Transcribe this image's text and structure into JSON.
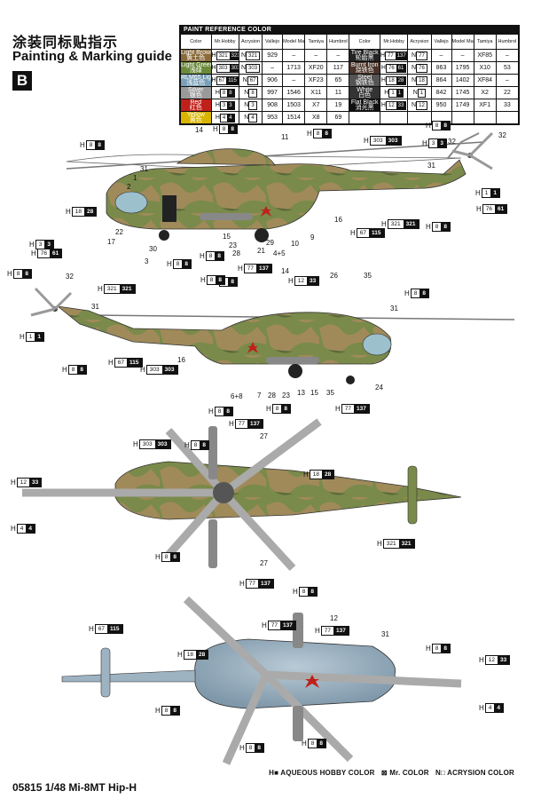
{
  "header": {
    "title_cn": "涂装同标贴指示",
    "title_en": "Painting & Marking guide",
    "badge": "B"
  },
  "table": {
    "title": "PAINT  REFERENCE COLOR",
    "headers": [
      "Color",
      "Mr.Hobby",
      "Acrysion",
      "Vallejo",
      "Model Master",
      "Tamiya",
      "Humbrol"
    ],
    "left": [
      {
        "name": "Light Brown\n黄土色",
        "color": "#8a6a3a",
        "h": "321",
        "hc": "321",
        "n": "321",
        "vallejo": "929",
        "mm": "–",
        "tamiya": "–",
        "humbrol": "–"
      },
      {
        "name": "Light Green\n浅绿",
        "color": "#6b8a3a",
        "h": "303",
        "hc": "303",
        "n": "303",
        "vallejo": "–",
        "mm": "1713",
        "tamiya": "XF20",
        "humbrol": "117"
      },
      {
        "name": "RLM65 Light Blue\n浅蓝色",
        "color": "#7aa0b8",
        "h": "67",
        "hc": "115",
        "n": "67",
        "vallejo": "906",
        "mm": "–",
        "tamiya": "XF23",
        "humbrol": "65"
      },
      {
        "name": "Silver\n银色",
        "color": "#9a9a9a",
        "h": "8",
        "hc": "8",
        "n": "8",
        "vallejo": "997",
        "mm": "1546",
        "tamiya": "X11",
        "humbrol": "11"
      },
      {
        "name": "Red\n红色",
        "color": "#c0201a",
        "h": "3",
        "hc": "3",
        "n": "3",
        "vallejo": "908",
        "mm": "1503",
        "tamiya": "X7",
        "humbrol": "19"
      },
      {
        "name": "Yellow\n黄色",
        "color": "#d8b400",
        "h": "4",
        "hc": "4",
        "n": "4",
        "vallejo": "953",
        "mm": "1514",
        "tamiya": "X8",
        "humbrol": "69"
      }
    ],
    "right": [
      {
        "name": "Tire Black\n轮胎黑",
        "color": "#222",
        "h": "77",
        "hc": "137",
        "n": "77",
        "vallejo": "–",
        "mm": "–",
        "tamiya": "XF85",
        "humbrol": "–"
      },
      {
        "name": "Burnt Iron\n烧铁色",
        "color": "#4a3328",
        "h": "76",
        "hc": "61",
        "n": "76",
        "vallejo": "863",
        "mm": "1795",
        "tamiya": "X10",
        "humbrol": "53"
      },
      {
        "name": "Steel\n钢铁色",
        "color": "#555",
        "h": "18",
        "hc": "28",
        "n": "18",
        "vallejo": "864",
        "mm": "1402",
        "tamiya": "XF84",
        "humbrol": "–"
      },
      {
        "name": "White\n白色",
        "color": "#333",
        "h": "1",
        "hc": "1",
        "n": "1",
        "vallejo": "842",
        "mm": "1745",
        "tamiya": "X2",
        "humbrol": "22"
      },
      {
        "name": "Flat Black\n消光黑",
        "color": "#111",
        "h": "12",
        "hc": "33",
        "n": "12",
        "vallejo": "950",
        "mm": "1749",
        "tamiya": "XF1",
        "humbrol": "33"
      }
    ]
  },
  "callouts": [
    {
      "id": "c1",
      "n": "8",
      "c": "8"
    },
    {
      "id": "c2",
      "n": "8",
      "c": "8"
    },
    {
      "id": "c3",
      "n": "303",
      "c": "303"
    },
    {
      "id": "c4",
      "n": "8",
      "c": "8"
    },
    {
      "id": "c5",
      "n": "3",
      "c": "3"
    },
    {
      "id": "c6",
      "n": "8",
      "c": "8"
    },
    {
      "id": "c7",
      "n": "1",
      "c": "1"
    },
    {
      "id": "c8",
      "n": "76",
      "c": "61"
    },
    {
      "id": "c9",
      "n": "18",
      "c": "28"
    },
    {
      "id": "c10",
      "n": "321",
      "c": "321"
    },
    {
      "id": "c11",
      "n": "8",
      "c": "8"
    },
    {
      "id": "c12",
      "n": "67",
      "c": "115"
    },
    {
      "id": "c13",
      "n": "76",
      "c": "61"
    },
    {
      "id": "c14",
      "n": "3",
      "c": "3"
    },
    {
      "id": "c15",
      "n": "8",
      "c": "8"
    },
    {
      "id": "c16",
      "n": "8",
      "c": "8"
    },
    {
      "id": "c17",
      "n": "77",
      "c": "137"
    },
    {
      "id": "c18",
      "n": "8",
      "c": "8"
    },
    {
      "id": "c19",
      "n": "8",
      "c": "8"
    },
    {
      "id": "c20",
      "n": "12",
      "c": "33"
    },
    {
      "id": "c21",
      "n": "8",
      "c": "8"
    },
    {
      "id": "c22",
      "n": "321",
      "c": "321"
    },
    {
      "id": "c23",
      "n": "1",
      "c": "1"
    },
    {
      "id": "c24",
      "n": "8",
      "c": "8"
    },
    {
      "id": "c25",
      "n": "67",
      "c": "115"
    },
    {
      "id": "c26",
      "n": "303",
      "c": "303"
    },
    {
      "id": "c27",
      "n": "8",
      "c": "8"
    },
    {
      "id": "c28",
      "n": "77",
      "c": "137"
    },
    {
      "id": "c29",
      "n": "8",
      "c": "8"
    },
    {
      "id": "c30",
      "n": "77",
      "c": "137"
    },
    {
      "id": "c31",
      "n": "303",
      "c": "303"
    },
    {
      "id": "c32",
      "n": "12",
      "c": "33"
    },
    {
      "id": "c33",
      "n": "8",
      "c": "8"
    },
    {
      "id": "c34",
      "n": "18",
      "c": "28"
    },
    {
      "id": "c35",
      "n": "4",
      "c": "4"
    },
    {
      "id": "c36",
      "n": "321",
      "c": "321"
    },
    {
      "id": "c37",
      "n": "8",
      "c": "8"
    },
    {
      "id": "c38",
      "n": "77",
      "c": "137"
    },
    {
      "id": "c39",
      "n": "8",
      "c": "8"
    },
    {
      "id": "c40",
      "n": "67",
      "c": "115"
    },
    {
      "id": "c41",
      "n": "77",
      "c": "137"
    },
    {
      "id": "c42",
      "n": "77",
      "c": "137"
    },
    {
      "id": "c43",
      "n": "18",
      "c": "28"
    },
    {
      "id": "c44",
      "n": "8",
      "c": "8"
    },
    {
      "id": "c45",
      "n": "12",
      "c": "33"
    },
    {
      "id": "c46",
      "n": "8",
      "c": "8"
    },
    {
      "id": "c47",
      "n": "8",
      "c": "8"
    },
    {
      "id": "c48",
      "n": "4",
      "c": "4"
    },
    {
      "id": "c49",
      "n": "8",
      "c": "8"
    },
    {
      "id": "c50",
      "n": "8",
      "c": "8"
    }
  ],
  "callout_prefix": "H",
  "numbers": [
    "14",
    "11",
    "31",
    "1",
    "2",
    "22",
    "17",
    "30",
    "3",
    "15",
    "23",
    "28",
    "21",
    "29",
    "10",
    "9",
    "16",
    "4+5",
    "31",
    "32",
    "32",
    "14",
    "26",
    "35",
    "32",
    "31",
    "31",
    "16",
    "6+8",
    "7",
    "28",
    "23",
    "13",
    "15",
    "35",
    "24",
    "27",
    "27",
    "12",
    "31"
  ],
  "legend": {
    "h": "AQUEOUS HOBBY COLOR",
    "m": "Mr. COLOR",
    "n": "ACRYSION COLOR",
    "hp": "H",
    "np": "N"
  },
  "footer": "05815 1/48  Mi-8MT Hip-H"
}
